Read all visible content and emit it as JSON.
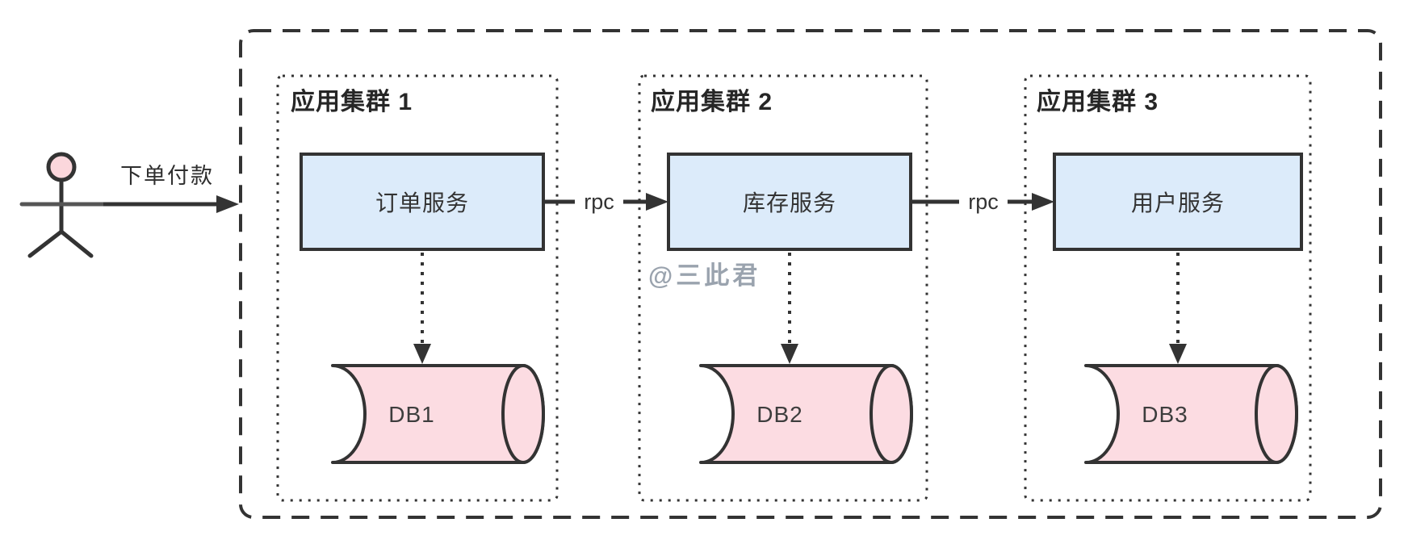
{
  "diagram": {
    "actor_label": "下单付款",
    "clusters": [
      {
        "title": "应用集群 1",
        "service": "订单服务",
        "db": "DB1"
      },
      {
        "title": "应用集群 2",
        "service": "库存服务",
        "db": "DB2"
      },
      {
        "title": "应用集群 3",
        "service": "用户服务",
        "db": "DB3"
      }
    ],
    "links": [
      {
        "label": "rpc"
      },
      {
        "label": "rpc"
      }
    ],
    "watermark": "@三此君",
    "colors": {
      "stroke": "#333333",
      "service_fill": "#dcebfa",
      "db_fill": "#fcdce2",
      "actor_head_fill": "#fbd7dc",
      "watermark_color": "#9aa3ae"
    }
  }
}
